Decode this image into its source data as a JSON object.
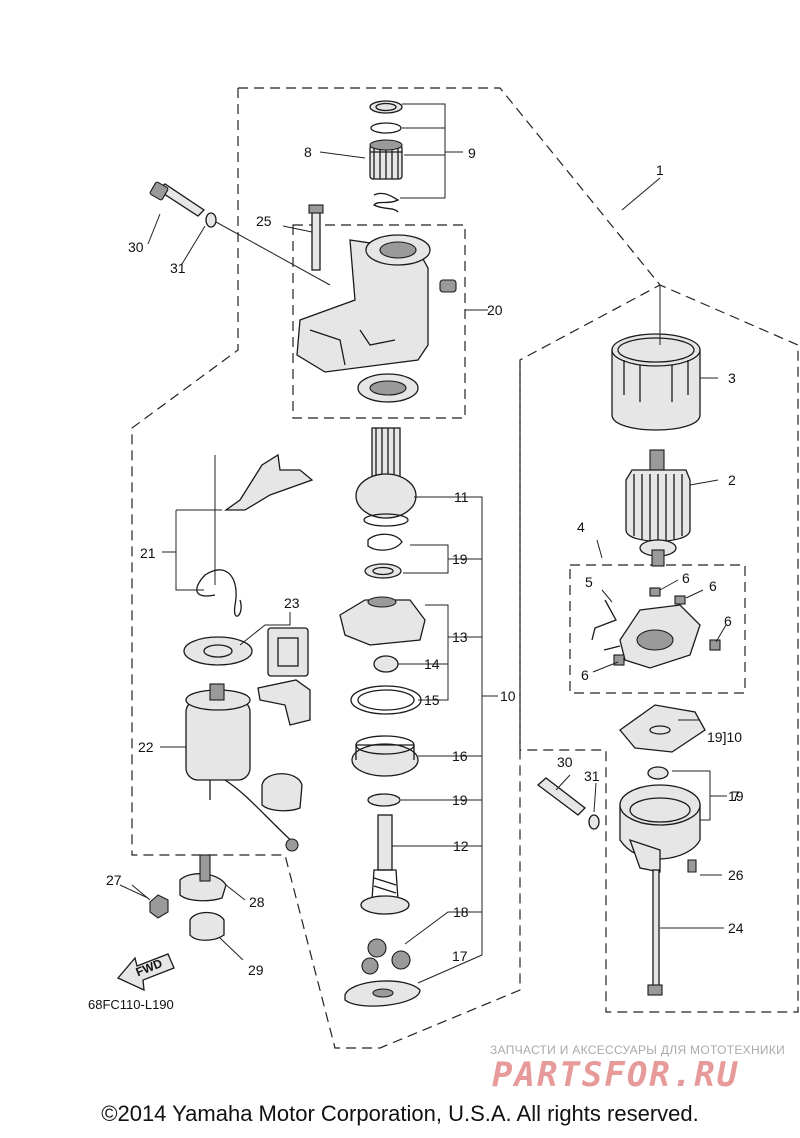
{
  "diagram": {
    "code": "68FC110-L190",
    "fwd_label": "FWD",
    "copyright": "©2014 Yamaha Motor Corporation, U.S.A. All rights reserved.",
    "watermark": {
      "caption": "ЗАПЧАСТИ И АКСЕССУАРЫ ДЛЯ МОТОТЕХНИКИ",
      "logo": "PARTSFOR.RU",
      "color": "#e79a9a"
    },
    "callouts": [
      "1",
      "2",
      "3",
      "4",
      "5",
      "6",
      "6",
      "6",
      "6",
      "7",
      "8",
      "9",
      "10",
      "11",
      "12",
      "13",
      "14",
      "15",
      "16",
      "17",
      "18",
      "19",
      "19",
      "19",
      "19]10",
      "20",
      "21",
      "22",
      "23",
      "24",
      "25",
      "26",
      "27",
      "28",
      "29",
      "30",
      "31",
      "30",
      "31"
    ]
  }
}
